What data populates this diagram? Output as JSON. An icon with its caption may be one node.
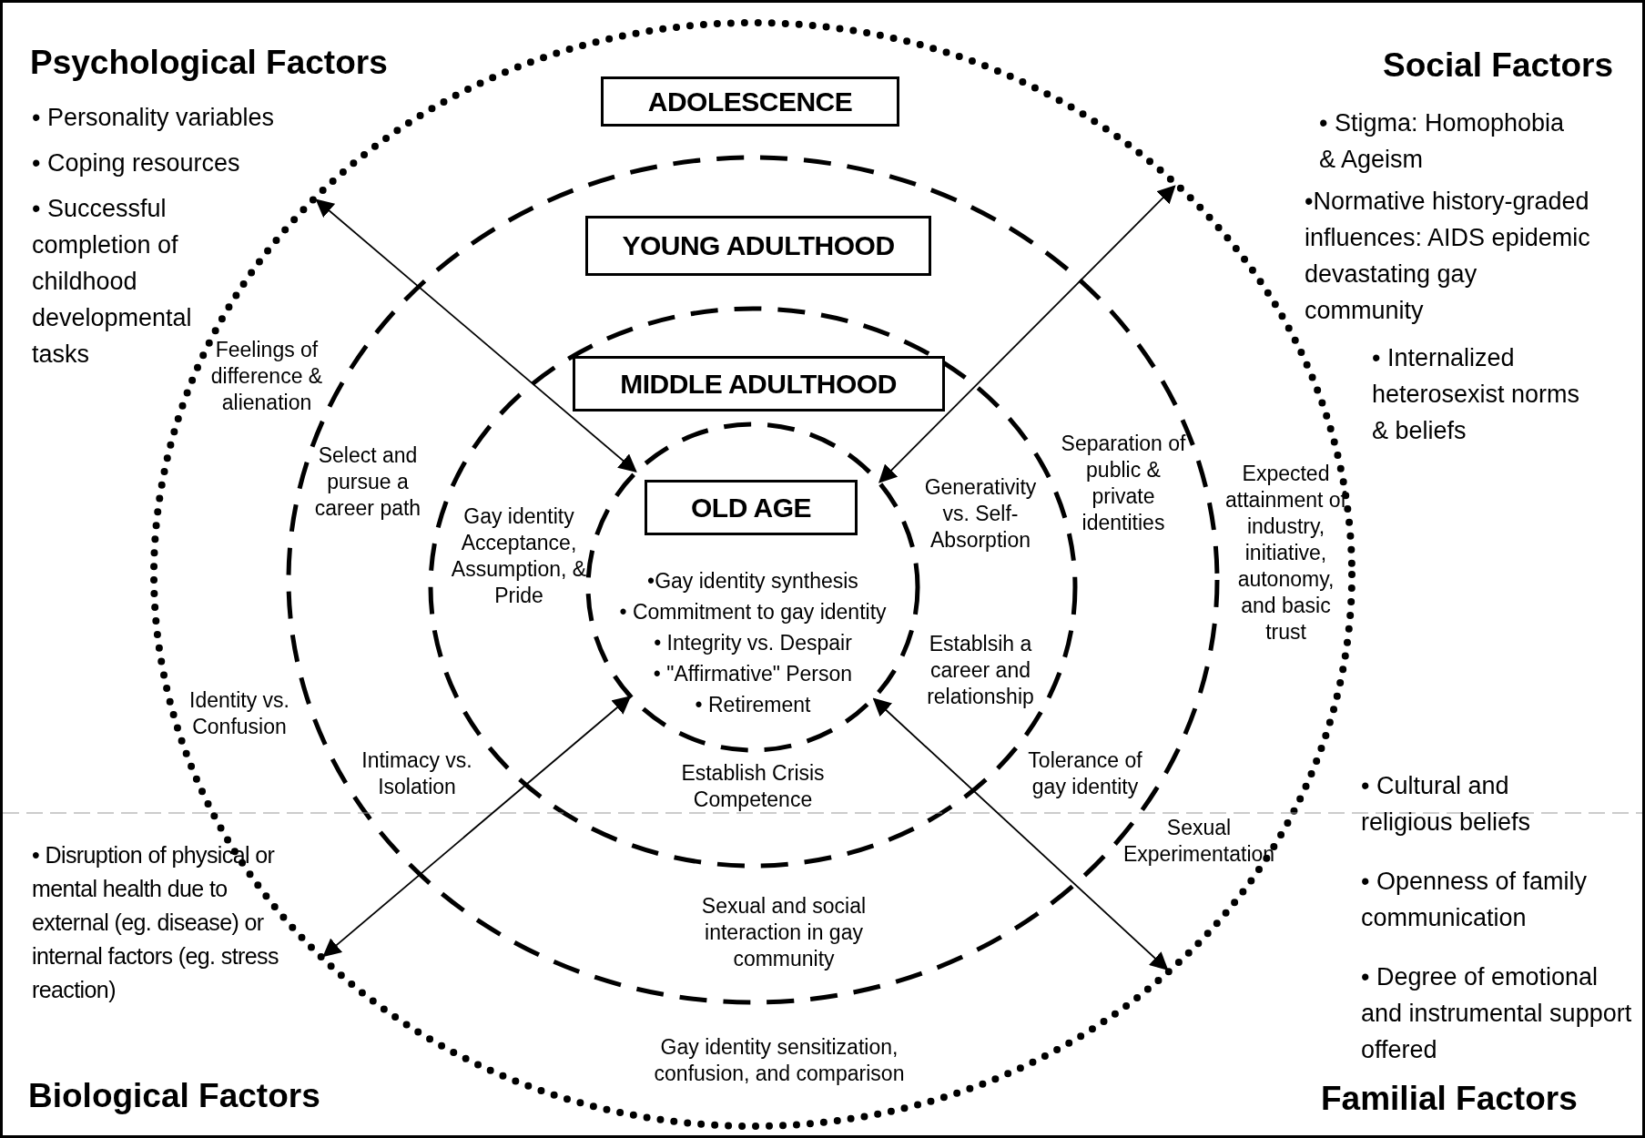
{
  "diagram": {
    "nodes": [
      {
        "text": [
          "Feelings of difference & alienation",
          "Identity vs. Confusion",
          "Expected attainment of industry, initiative, autonomy, and basic trust",
          "Sexual Experimentation",
          "Gay identity sensitization, confusion, and comparison"
        ]
      },
      {
        "text": [
          "ADOLESCENCE"
        ],
        "in": 0
      },
      {
        "text": [
          "Select and pursue a career path",
          "Intimacy vs. Isolation",
          "Sexual and social interaction in gay community",
          "Separation of public & private identities",
          "Tolerance of gay identity"
        ],
        "in": 0
      },
      {
        "text": [
          "YOUNG ADULTHOOD"
        ],
        "in": 2
      },
      {
        "text": [
          "Gay identity Acceptance, Assumption, & Pride",
          "Establish Crisis Competence",
          "Generativity vs. Self-Absorption",
          "Establsih a career and relationship"
        ],
        "in": 2
      },
      {
        "text": [
          "MIDDLE ADULTHOOD"
        ],
        "in": 4
      },
      {
        "text": [
          "•Gay identity synthesis",
          "• Commitment to gay identity",
          "• Integrity vs. Despair",
          "• \"Affirmative\" Person",
          "• Retirement"
        ],
        "in": 4
      },
      {
        "text": [
          "OLD AGE"
        ],
        "in": 6
      }
    ],
    "edges": [
      {
        "from": 6,
        "to": 0,
        "arrow": "both"
      },
      {
        "from": 6,
        "to": 0,
        "arrow": "both"
      },
      {
        "from": 6,
        "to": 0,
        "arrow": "both"
      },
      {
        "from": 6,
        "to": 0,
        "arrow": "both"
      }
    ],
    "labels": [
      "Psychological Factors",
      "• Personality variables",
      "• Coping resources",
      "• Successful completion of childhood developmental tasks",
      "Social Factors",
      "• Stigma: Homophobia & Ageism",
      "•Normative history-graded influences: AIDS epidemic devastating gay community",
      "• Internalized heterosexist norms & beliefs",
      "• Disruption of physical or mental health due to external (eg. disease) or internal factors (eg. stress reaction)",
      "Biological Factors",
      "• Cultural and religious beliefs",
      "• Openness of family communication",
      "• Degree of emotional and instrumental support offered",
      "Familial Factors"
    ]
  }
}
